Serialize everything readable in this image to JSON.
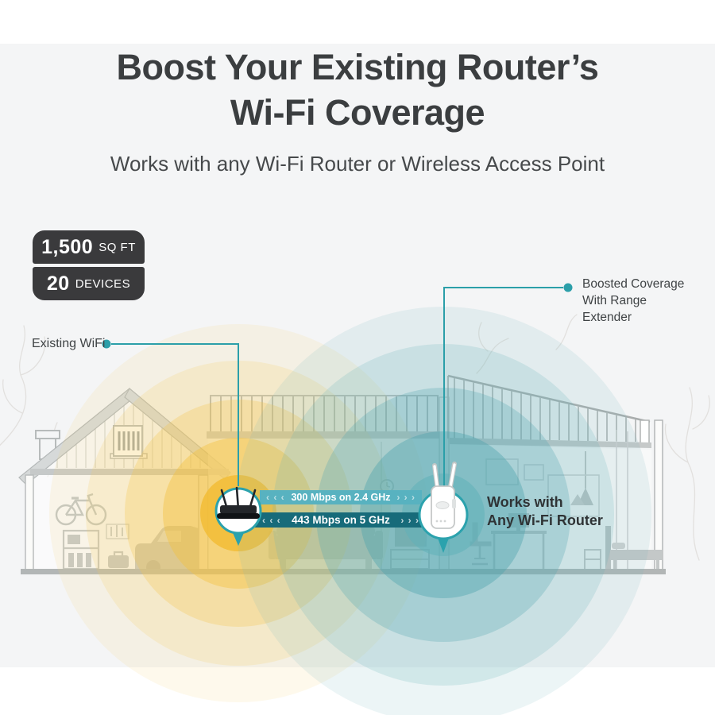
{
  "header": {
    "title_line1": "Boost Your Existing Router’s",
    "title_line2": "Wi-Fi Coverage",
    "subtitle": "Works with any Wi-Fi Router or Wireless Access Point"
  },
  "spec_badges": [
    {
      "value": "1,500",
      "label": "SQ FT"
    },
    {
      "value": "20",
      "label": "DEVICES"
    }
  ],
  "callouts": {
    "existing_wifi": {
      "label": "Existing WiFi"
    },
    "boosted": {
      "line1": "Boosted Coverage",
      "line2": "With Range",
      "line3": "Extender"
    }
  },
  "speed_bars": [
    {
      "text": "300 Mbps on 2.4 GHz",
      "left_arrows": "‹ ‹ ‹",
      "right_arrows": "› › ›",
      "color": "#58b2c0"
    },
    {
      "text": "443 Mbps on 5 GHz",
      "left_arrows": "‹ ‹ ‹",
      "right_arrows": "› › ›",
      "color": "#176b7a"
    }
  ],
  "extender_note": {
    "line1": "Works with",
    "line2": "Any Wi-Fi Router"
  },
  "icons": {
    "router": "wifi-router-icon",
    "extender": "range-extender-icon",
    "callout_marker": "teal-dot-icon"
  },
  "colors": {
    "accent_teal": "#2b9fa9",
    "existing_coverage_yellow": "#f3c14e",
    "boosted_coverage_teal": "#5fb0b9",
    "badge_background": "#3a3a3c",
    "bar_24ghz": "#58b2c0",
    "bar_5ghz": "#176b7a",
    "panel_background": "#f4f5f6"
  }
}
